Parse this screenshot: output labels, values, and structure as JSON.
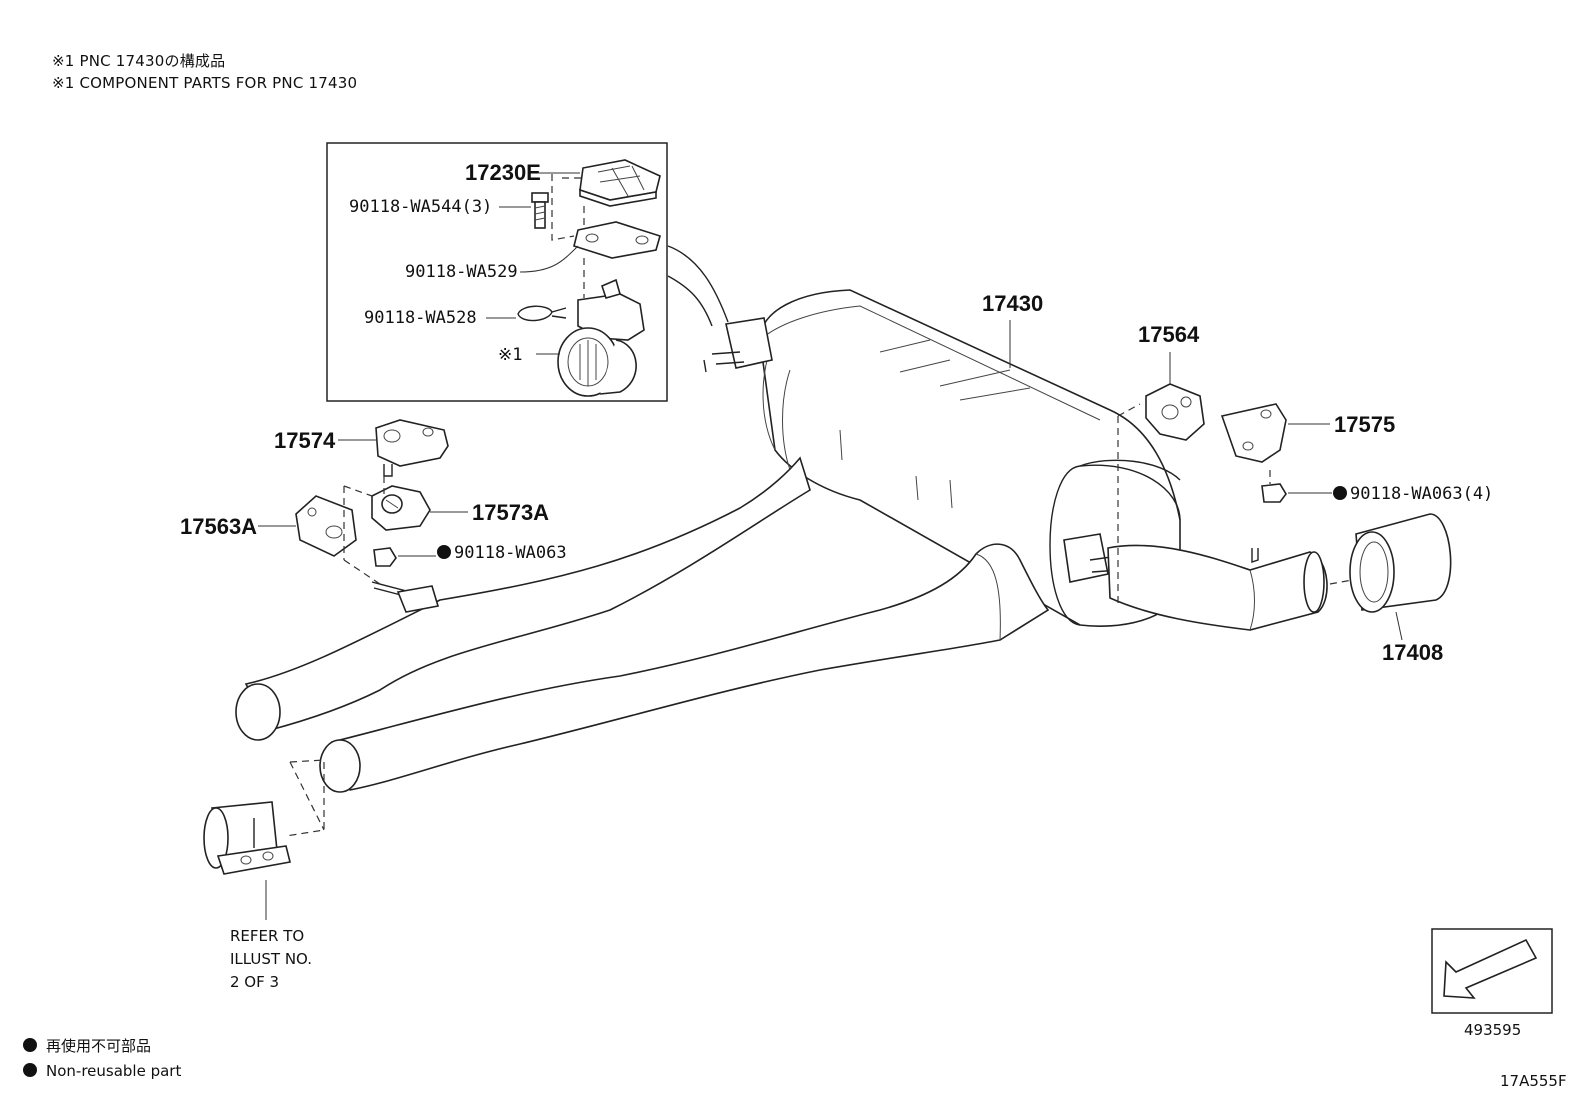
{
  "notes": {
    "line1": "※1 PNC 17430の構成品",
    "line2": "※1 COMPONENT PARTS FOR PNC 17430"
  },
  "parts": {
    "p17230E": "17230E",
    "p90118_WA544": "90118-WA544(3)",
    "p90118_WA529": "90118-WA529",
    "p90118_WA528": "90118-WA528",
    "pRef1": "※1",
    "p17430": "17430",
    "p17564": "17564",
    "p17575": "17575",
    "p90118_WA063_4": "90118-WA063(4)",
    "p17574": "17574",
    "p17573A": "17573A",
    "p17563A": "17563A",
    "p90118_WA063": "90118-WA063",
    "p17408": "17408"
  },
  "refer": {
    "line1": "REFER TO",
    "line2": "ILLUST NO.",
    "line3": "2 OF 3"
  },
  "legend": {
    "jp": "再使用不可部品",
    "en": "Non-reusable part"
  },
  "direction_box": {
    "code": "493595"
  },
  "illustration_code": "17A555F"
}
